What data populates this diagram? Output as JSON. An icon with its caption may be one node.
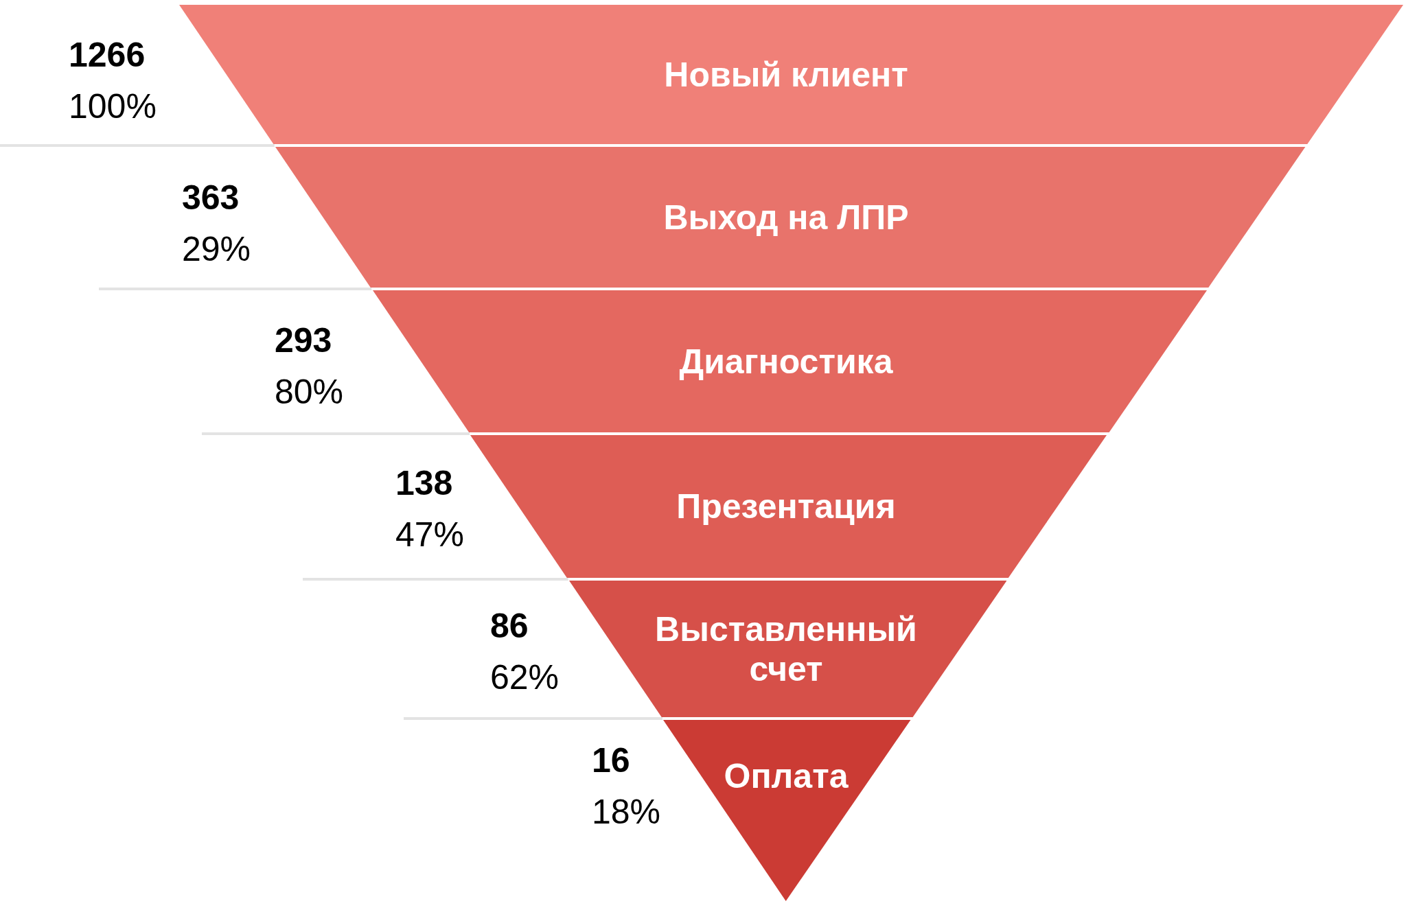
{
  "diagram": {
    "nodes": [
      {
        "text": [
          "Новый клиент"
        ],
        "beside": [
          "1266",
          "100%"
        ]
      },
      {
        "text": [
          "Выход на ЛПР"
        ],
        "beside": [
          "363",
          "29%"
        ]
      },
      {
        "text": [
          "Диагностика"
        ],
        "beside": [
          "293",
          "80%"
        ]
      },
      {
        "text": [
          "Презентация"
        ],
        "beside": [
          "138",
          "47%"
        ]
      },
      {
        "text": [
          "Выставленный счет"
        ],
        "beside": [
          "86",
          "62%"
        ]
      },
      {
        "text": [
          "Оплата"
        ],
        "beside": [
          "16",
          "18%"
        ]
      }
    ]
  }
}
